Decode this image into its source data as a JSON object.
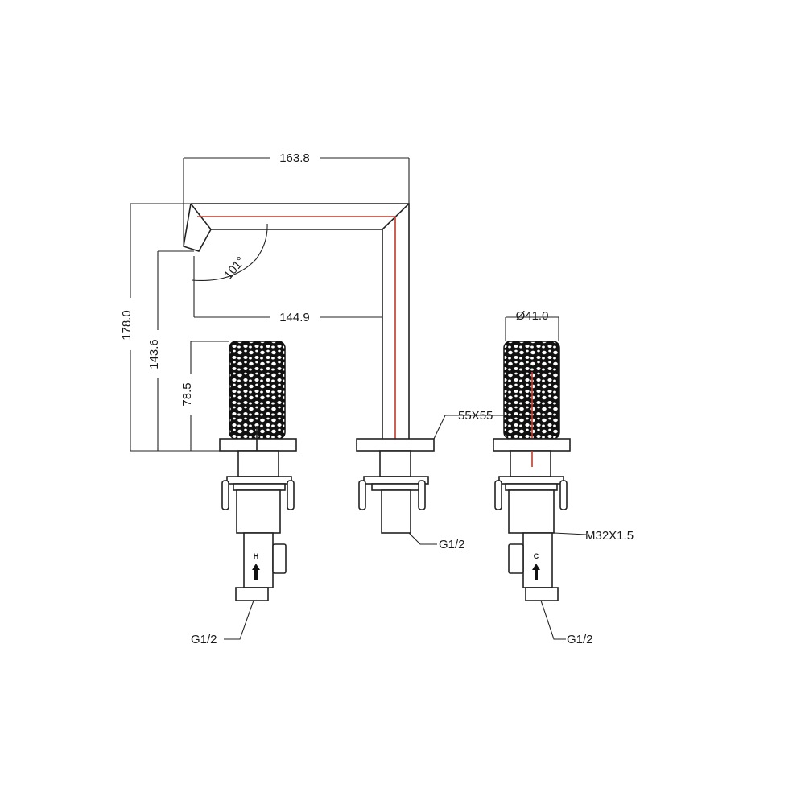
{
  "dimensions": {
    "spout_width": "163.8",
    "spout_reach": "144.9",
    "overall_height": "178.0",
    "outlet_height": "143.6",
    "handle_height": "78.5",
    "handle_diameter": "Ø41.0",
    "spout_angle": "101°"
  },
  "callouts": {
    "base_size": "55X55",
    "spout_inlet": "G1/2",
    "mount_thread": "M32X1.5",
    "hot_inlet": "G1/2",
    "cold_inlet": "G1/2"
  },
  "valve_marks": {
    "hot": "H",
    "cold": "C"
  },
  "colors": {
    "line": "#222222",
    "centerline": "#c0392b",
    "background": "#ffffff"
  }
}
